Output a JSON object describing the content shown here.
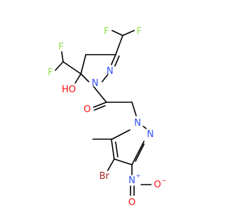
{
  "molecule": {
    "atoms": {
      "f_top_left": "F",
      "f_top_right": "F",
      "f_left_top": "F",
      "f_left_bottom": "F",
      "n_ring1_upper": "N",
      "n_ring1_lower": "N",
      "hydroxyl": "HO",
      "carbonyl_o": "O",
      "n_ring2_a": "N",
      "n_ring2_b": "N",
      "bromine": "Br",
      "nitro_n": "N",
      "nitro_o_single": "O",
      "nitro_o_double": "O",
      "nitro_n_charge": "+",
      "nitro_o_charge": "−"
    },
    "colors": {
      "carbon_bond": "#000000",
      "fluorine": "#90e050",
      "nitrogen": "#3050f8",
      "oxygen": "#ff0d0d",
      "bromine": "#a62929"
    }
  }
}
